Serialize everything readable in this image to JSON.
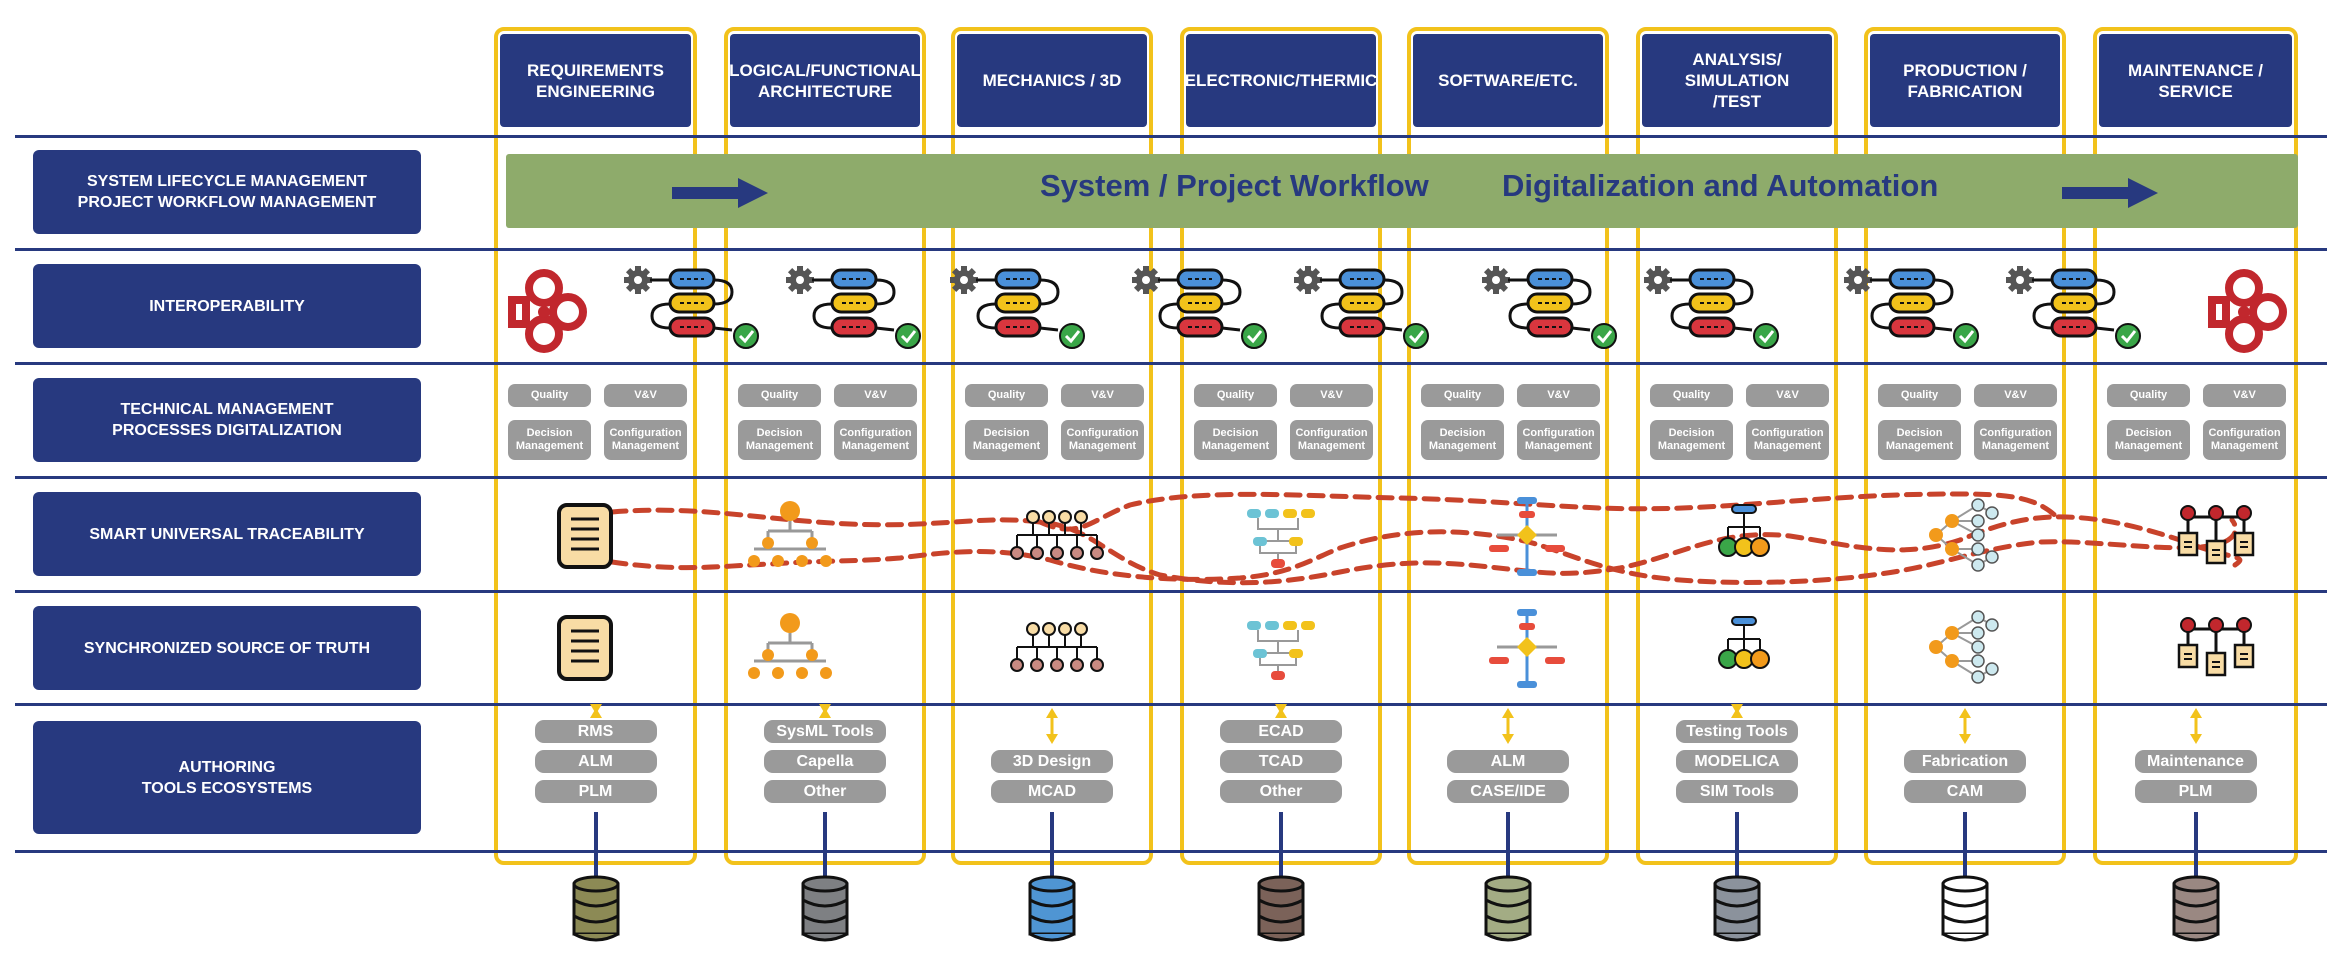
{
  "columns": [
    {
      "header": "REQUIREMENTS\nENGINEERING",
      "tools": [
        "RMS",
        "ALM",
        "PLM"
      ],
      "db_color": "#8c8a55"
    },
    {
      "header": "LOGICAL/FUNCTIONAL\nARCHITECTURE",
      "tools": [
        "SysML Tools",
        "Capella",
        "Other"
      ],
      "db_color": "#7e8083"
    },
    {
      "header": "MECHANICS / 3D",
      "tools": [
        "3D Design",
        "MCAD"
      ],
      "db_color": "#4f95d3"
    },
    {
      "header": "ELECTRONIC/THERMIC",
      "tools": [
        "ECAD",
        "TCAD",
        "Other"
      ],
      "db_color": "#7b6259"
    },
    {
      "header": "SOFTWARE/ETC.",
      "tools": [
        "ALM",
        "CASE/IDE"
      ],
      "db_color": "#a3ac84"
    },
    {
      "header": "ANALYSIS/\nSIMULATION\n/TEST",
      "tools": [
        "Testing Tools",
        "MODELICA",
        "SIM Tools"
      ],
      "db_color": "#8b929c"
    },
    {
      "header": "PRODUCTION /\nFABRICATION",
      "tools": [
        "Fabrication",
        "CAM"
      ],
      "db_color": "#ffffff"
    },
    {
      "header": "MAINTENANCE /\nSERVICE",
      "tools": [
        "Maintenance",
        "PLM"
      ],
      "db_color": "#9a8882"
    }
  ],
  "rows": [
    {
      "label": "SYSTEM LIFECYCLE MANAGEMENT\nPROJECT WORKFLOW MANAGEMENT"
    },
    {
      "label": "INTEROPERABILITY"
    },
    {
      "label": "TECHNICAL MANAGEMENT\nPROCESSES DIGITALIZATION"
    },
    {
      "label": "SMART UNIVERSAL TRACEABILITY"
    },
    {
      "label": "SYNCHRONIZED SOURCE OF TRUTH"
    },
    {
      "label": "AUTHORING\nTOOLS ECOSYSTEMS"
    }
  ],
  "workflow": {
    "text_left": "System / Project Workflow",
    "text_right": "Digitalization and Automation"
  },
  "management": {
    "quality": "Quality",
    "vv": "V&V",
    "decision": "Decision\nManagement",
    "configuration": "Configuration\nManagement"
  },
  "icons": {
    "interop_end": "interop-logo-icon",
    "interop_mid": "gear-pipeline-check-icon",
    "artifacts": [
      "document-icon",
      "org-tree-icon",
      "hierarchy-icon",
      "flow-tree-icon",
      "flowchart-icon",
      "circle-tree-icon",
      "network-icon",
      "doc-tree-icon"
    ],
    "database": "database-icon"
  },
  "colors": {
    "navy": "#27397f",
    "frame": "#f2c21b",
    "workflow_bar": "#8eab6b",
    "trace_line": "#c8432b",
    "pill": "#9a9a9a"
  }
}
